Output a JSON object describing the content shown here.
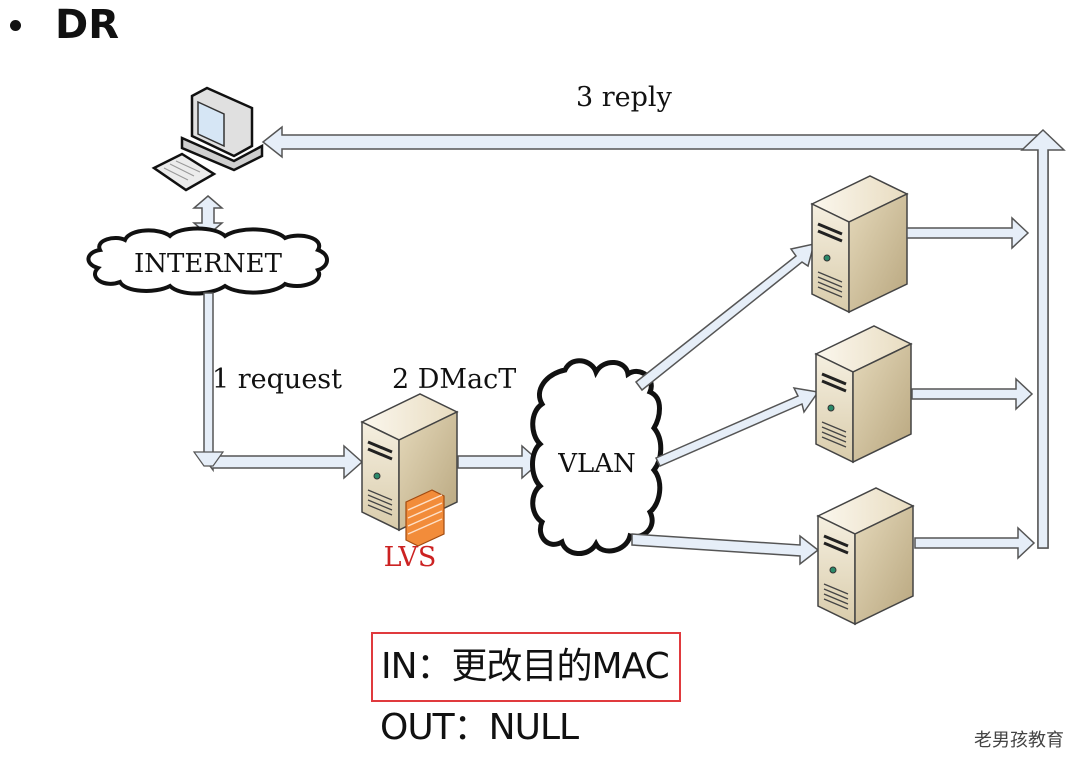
{
  "heading": {
    "bullet": "•",
    "title": "DR"
  },
  "diagram": {
    "client_label": "client-pc",
    "internet_label": "INTERNET",
    "vlan_label": "VLAN",
    "lvs_label": "LVS",
    "step1_label": "1 request",
    "step2_label": "2 DMacT",
    "step3_label": "3 reply",
    "real_servers": [
      "real-server-1",
      "real-server-2",
      "real-server-3"
    ]
  },
  "notes": {
    "in_text": "IN：更改目的MAC",
    "out_text": "OUT：NULL"
  },
  "watermark": "老男孩教育",
  "colors": {
    "arrow_fill": "#e6eef8",
    "arrow_stroke": "#555555",
    "highlight_border": "#e03a3e",
    "lvs_text": "#cc2222",
    "server_body": "#e8dcc0"
  }
}
